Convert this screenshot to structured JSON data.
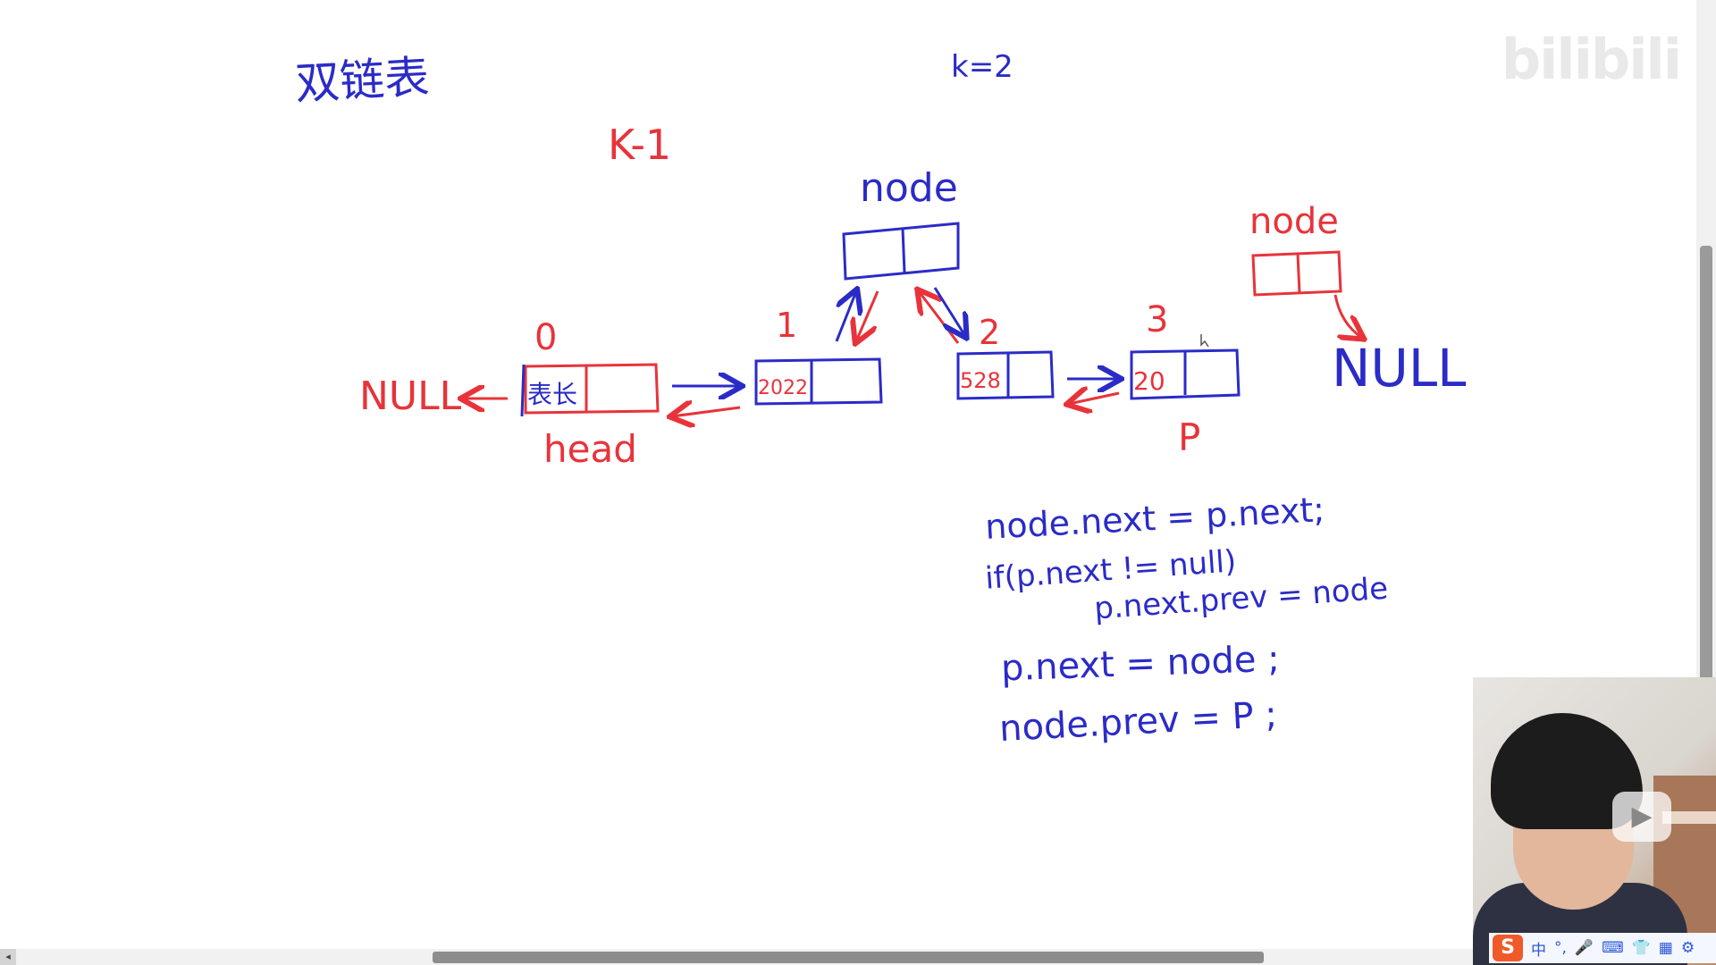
{
  "title": "双链表",
  "condition": "k=2",
  "k_minus": "K-1",
  "node_top": {
    "label": "node"
  },
  "node_right": {
    "label": "node"
  },
  "null_left": "NULL",
  "null_right": "NULL",
  "nodes": [
    {
      "index": "0",
      "value": "表长",
      "caption": "head"
    },
    {
      "index": "1",
      "value": "2022"
    },
    {
      "index": "2",
      "value": "528"
    },
    {
      "index": "3",
      "value": "20",
      "caption": "P"
    }
  ],
  "code": [
    "node.next = p.next;",
    "if(p.next != null)",
    "p.next.prev = node",
    "p.next = node ;",
    "node.prev = P ;"
  ],
  "watermark": "bilibili",
  "ime": {
    "logo": "S",
    "items": [
      "中",
      "°,",
      "🎤",
      "⌨",
      "👕",
      "▦",
      "⚙"
    ]
  },
  "colors": {
    "blue_ink": "#2b2bc8",
    "red_ink": "#e8333a"
  }
}
